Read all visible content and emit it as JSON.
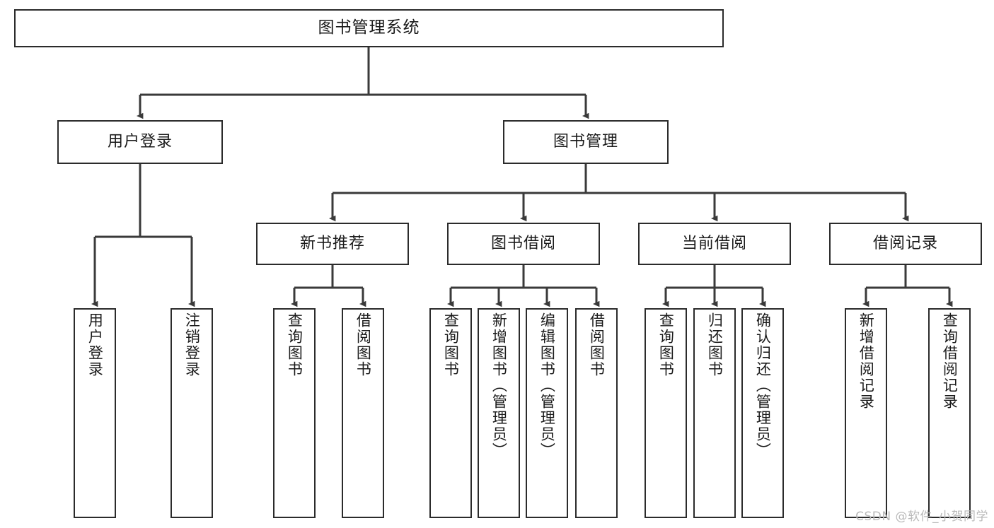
{
  "diagram": {
    "title": "图书管理系统",
    "type": "hierarchy-tree",
    "watermark": "CSDN @软件_小贺同学",
    "colors": {
      "box_border": "#2b2b2b",
      "box_fill": "#ffffff",
      "connector": "#3a3a3a",
      "text": "#1a1a1a",
      "watermark": "#b9b9b9"
    },
    "root": {
      "label": "图书管理系统"
    },
    "level2": [
      {
        "label": "用户登录"
      },
      {
        "label": "图书管理"
      }
    ],
    "level3": [
      {
        "label": "新书推荐"
      },
      {
        "label": "图书借阅"
      },
      {
        "label": "当前借阅"
      },
      {
        "label": "借阅记录"
      }
    ],
    "leaves": {
      "user_login": [
        {
          "label": "用户登录"
        },
        {
          "label": "注销登录"
        }
      ],
      "new_book": [
        {
          "label": "查询图书"
        },
        {
          "label": "借阅图书"
        }
      ],
      "book_borrow": [
        {
          "label": "查询图书"
        },
        {
          "label": "新增图书（管理员）"
        },
        {
          "label": "编辑图书（管理员）"
        },
        {
          "label": "借阅图书"
        }
      ],
      "current_borrow": [
        {
          "label": "查询图书"
        },
        {
          "label": "归还图书"
        },
        {
          "label": "确认归还（管理员）"
        }
      ],
      "borrow_record": [
        {
          "label": "新增借阅记录"
        },
        {
          "label": "查询借阅记录"
        }
      ]
    }
  }
}
